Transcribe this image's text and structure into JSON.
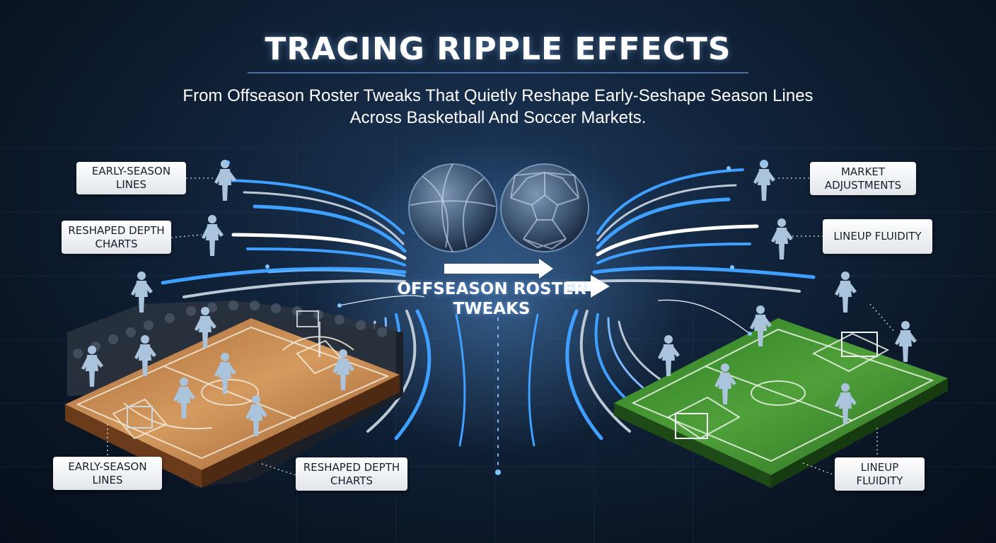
{
  "title": "TRACING RIPPLE EFFECTS",
  "subtitle": "From Offseason Roster Tweaks That Quietly Reshape Early-Seshape Season Lines Across Basketball And Soccer Markets.",
  "center_label": "OFFSEASON ROSTER TWEAKS",
  "labels": {
    "left_top": "EARLY-SEASON LINES",
    "left_mid": "RESHAPED DEPTH CHARTS",
    "left_bottom": "EARLY-SEASON LINES",
    "center_bottom": "RESHAPED DEPTH CHARTS",
    "right_top": "MARKET ADJUSTMENTS",
    "right_mid": "LINEUP FLUIDITY",
    "right_bottom": "LINEUP FLUIDITY"
  },
  "colors": {
    "background": "#0b1626",
    "accent_blue": "#3fa0ff",
    "court_wood": "#c98a4e",
    "pitch_green": "#3e8f2e",
    "player_silhouette": "#a9c4dc"
  },
  "icons": [
    "basketball-icon",
    "soccer-ball-icon",
    "arrow-right-icon",
    "player-silhouette-icon"
  ]
}
